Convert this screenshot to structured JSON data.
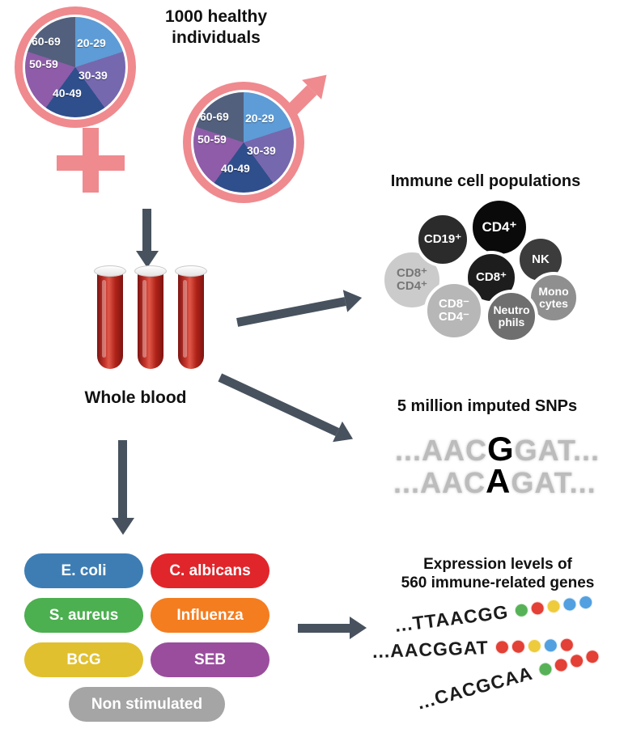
{
  "header": {
    "title": "1000 healthy\nindividuals"
  },
  "demographics": {
    "age_labels": [
      "20-29",
      "30-39",
      "40-49",
      "50-59",
      "60-69"
    ],
    "pie_colors": [
      "#5d9cd6",
      "#7668ae",
      "#2f4e8c",
      "#8e5ca8",
      "#52607d"
    ],
    "symbol_color": "#ef8a8f"
  },
  "blood": {
    "label": "Whole blood"
  },
  "immune_cells": {
    "title": "Immune cell populations",
    "cells": [
      {
        "label": "CD8⁺\nCD4⁺",
        "bg": "#cbcbcb",
        "fg": "#767676"
      },
      {
        "label": "CD19⁺",
        "bg": "#2b2b2b",
        "fg": "#ffffff"
      },
      {
        "label": "NK",
        "bg": "#3c3c3c",
        "fg": "#ffffff"
      },
      {
        "label": "CD4⁺",
        "bg": "#0a0a0a",
        "fg": "#ffffff"
      },
      {
        "label": "Mono\ncytes",
        "bg": "#8f8f8f",
        "fg": "#ffffff"
      },
      {
        "label": "CD8⁺",
        "bg": "#1d1d1d",
        "fg": "#ffffff"
      },
      {
        "label": "CD8⁻\nCD4⁻",
        "bg": "#b7b7b7",
        "fg": "#ffffff"
      },
      {
        "label": "Neutro\nphils",
        "bg": "#6f6f6f",
        "fg": "#ffffff"
      }
    ]
  },
  "snps": {
    "title": "5 million imputed SNPs",
    "line1": {
      "pre": "...AAC",
      "variant": "G",
      "post": "GAT..."
    },
    "line2": {
      "pre": "...AAC",
      "variant": "A",
      "post": "GAT..."
    }
  },
  "stimuli": {
    "items": [
      {
        "label": "E. coli",
        "color": "#3d7db4"
      },
      {
        "label": "C. albicans",
        "color": "#e0262b"
      },
      {
        "label": "S. aureus",
        "color": "#4caf50"
      },
      {
        "label": "Influenza",
        "color": "#f47d20"
      },
      {
        "label": "BCG",
        "color": "#e0c02e"
      },
      {
        "label": "SEB",
        "color": "#9a4d9d"
      },
      {
        "label": "Non stimulated",
        "color": "#a5a5a5"
      }
    ]
  },
  "expression": {
    "title": "Expression levels of\n560 immune-related genes",
    "dot_colors": {
      "green": "#57b257",
      "red": "#e34036",
      "yellow": "#eecb3d",
      "blue": "#52a0e0"
    },
    "rows": [
      {
        "seq": "...TTAACGG",
        "dots": [
          "green",
          "red",
          "yellow",
          "blue",
          "blue"
        ]
      },
      {
        "seq": "...AACGGAT",
        "dots": [
          "red",
          "red",
          "yellow",
          "blue",
          "red"
        ]
      },
      {
        "seq": "...CACGCAA",
        "dots": [
          "green",
          "red",
          "red",
          "red"
        ]
      }
    ]
  }
}
